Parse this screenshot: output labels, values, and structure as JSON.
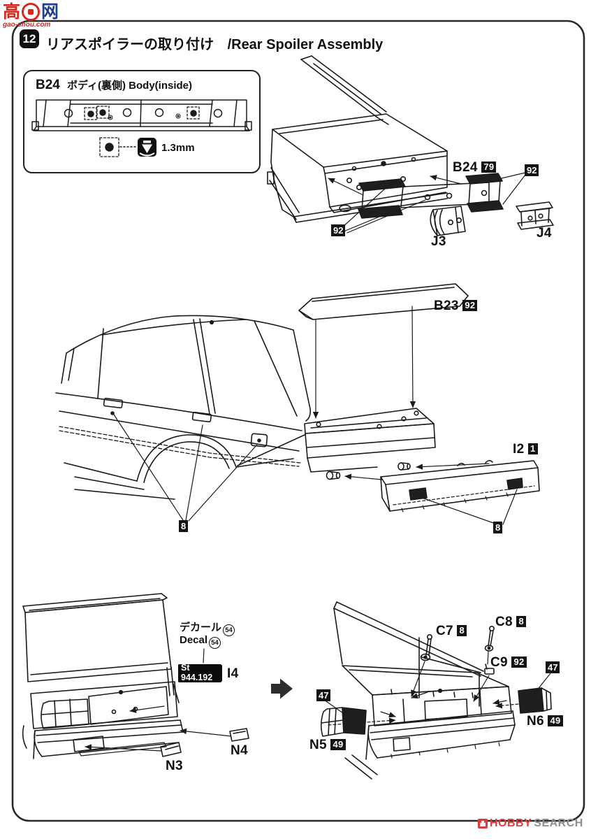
{
  "page": {
    "step_badge": "12",
    "title_jp": "リアスポイラーの取り付け",
    "title_en": "/Rear Spoiler Assembly"
  },
  "watermark_gaoshou": {
    "char_left": "高",
    "char_right": "网",
    "domain": "gao-shou.com"
  },
  "watermark_hobbysearch": {
    "hobby": "HOBBY",
    "search": "SEARCH"
  },
  "inset_b24": {
    "part": "B24",
    "name_jp": "ボディ(裏側)",
    "name_en": "Body(inside)",
    "drill_size": "1.3mm"
  },
  "top_diagram": {
    "part_b24": "B24",
    "b24_paint": "79",
    "paint_92_left": "92",
    "paint_92_right": "92",
    "part_j3": "J3",
    "part_j4": "J4"
  },
  "mid_diagram": {
    "part_b23": "B23",
    "b23_paint": "92",
    "part_i2": "I2",
    "i2_paint": "1",
    "paint_8_left": "8",
    "paint_8_right": "8"
  },
  "bottom_left_diagram": {
    "decal_jp": "デカール",
    "decal_num_jp": "54",
    "decal_en": "Decal",
    "decal_num_en": "54",
    "plate_text": "St 944.192",
    "part_i4": "I4",
    "part_n3": "N3",
    "part_n4": "N4"
  },
  "bottom_right_diagram": {
    "part_c7": "C7",
    "c7_paint": "8",
    "part_c8": "C8",
    "c8_paint": "8",
    "part_c9": "C9",
    "c9_paint": "92",
    "paint_47_left": "47",
    "paint_47_right": "47",
    "part_n5": "N5",
    "n5_paint": "49",
    "part_n6": "N6",
    "n6_paint": "49"
  },
  "colors": {
    "ink": "#1a1a1a",
    "badge_bg": "#141414",
    "logo_red": "#d8281e",
    "logo_blue": "#1d3f8f",
    "hobby_red": "#e03a3a",
    "search_gray": "#8e8e8e"
  }
}
